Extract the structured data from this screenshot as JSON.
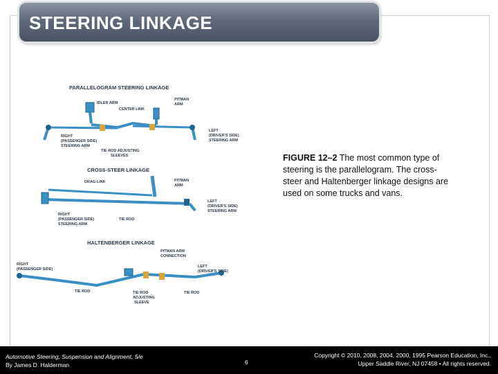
{
  "slide": {
    "title": "STEERING LINKAGE"
  },
  "figure": {
    "parallelogram": {
      "heading": "PARALLELOGRAM STEERING LINKAGE",
      "idler_arm": "IDLER ARM",
      "center_link": "CENTER LINK",
      "pitman_arm_1": "PITMAN",
      "pitman_arm_2": "ARM",
      "right_1": "RIGHT",
      "right_2": "(PASSENGER SIDE)",
      "right_3": "STEERING ARM",
      "left_1": "LEFT",
      "left_2": "(DRIVER'S SIDE)",
      "left_3": "STEERING ARM",
      "sleeves_1": "TIE ROD ADJUSTING",
      "sleeves_2": "SLEEVES"
    },
    "cross_steer": {
      "heading": "CROSS-STEER LINKAGE",
      "drag_link": "DRAG LINK",
      "pitman_arm_1": "PITMAN",
      "pitman_arm_2": "ARM",
      "left_1": "LEFT",
      "left_2": "(DRIVER'S SIDE)",
      "left_3": "STEERING ARM",
      "right_1": "RIGHT",
      "right_2": "(PASSENGER SIDE)",
      "right_3": "STEERING ARM",
      "tie_rod": "TIE ROD"
    },
    "haltenberger": {
      "heading": "HALTENBERGER LINKAGE",
      "pitman_conn_1": "PITMAN ARM",
      "pitman_conn_2": "CONNECTION",
      "right_1": "RIGHT",
      "right_2": "(PASSENGER SIDE)",
      "left_1": "LEFT",
      "left_2": "(DRIVER'S SIDE)",
      "tie_rod_1": "TIE ROD",
      "sleeve_1": "TIE ROD",
      "sleeve_2": "ADJUSTING",
      "sleeve_3": "SLEEVE",
      "tie_rod_2": "TIE ROD"
    },
    "colors": {
      "linkage": "#3b8fc4",
      "linkage_dark": "#1f6391",
      "sleeve": "#d9a63a",
      "label": "#2d3a4a"
    }
  },
  "caption": {
    "label": "FIGURE 12–2",
    "text": " The most common type of steering is the parallelogram. The cross-steer and Haltenberger linkage designs are used on some trucks and vans."
  },
  "footer": {
    "book_title": "Automotive Steering, Suspension and Alignment, 5/e",
    "author": "By James D. Halderman",
    "page_number": "6",
    "copyright_1": "Copyright © 2010, 2008, 2004, 2000, 1995 Pearson Education, Inc.,",
    "copyright_2": "Upper Saddle River, NJ 07458 • All rights reserved."
  }
}
